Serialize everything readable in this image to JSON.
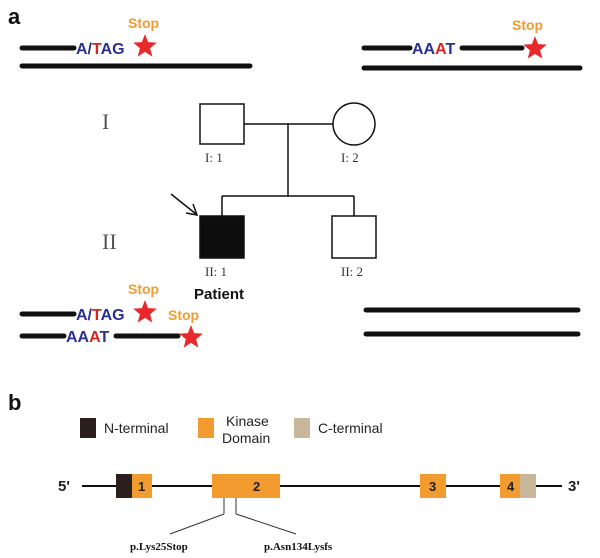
{
  "panel_a": {
    "label": "a",
    "parent_father_allele": {
      "seq_part1": "A/",
      "seq_part2": "T",
      "seq_part3": "AG",
      "stop": "Stop"
    },
    "parent_mother_allele": {
      "seq_part1": "AA",
      "seq_part2": "A",
      "seq_part3": "T",
      "stop": "Stop"
    },
    "generation_1": "I",
    "generation_2": "II",
    "father_id": "I: 1",
    "mother_id": "I: 2",
    "patient_id": "II: 1",
    "sibling_id": "II: 2",
    "patient_label": "Patient",
    "patient_allele_1": {
      "seq_part1": "A/",
      "seq_part2": "T",
      "seq_part3": "AG",
      "stop": "Stop"
    },
    "patient_allele_2": {
      "seq_part1": "AA",
      "seq_part2": "A",
      "seq_part3": "T",
      "stop": "Stop"
    }
  },
  "panel_b": {
    "label": "b",
    "legend": [
      {
        "label": "N-terminal",
        "color": "#2a1f1a"
      },
      {
        "label": "Kinase Domain",
        "color": "#f29b2e"
      },
      {
        "label": "C-terminal",
        "color": "#c9b79c"
      }
    ],
    "five_prime": "5'",
    "three_prime": "3'",
    "exons": [
      "1",
      "2",
      "3",
      "4"
    ],
    "mutation_1": "p.Lys25Stop",
    "mutation_2": "p.Asn134Lysfs"
  },
  "colors": {
    "sequence_blue": "#2b2f8f",
    "sequence_red": "#e02020",
    "stop_orange": "#f29b2e",
    "star_red": "#e8282b",
    "line_black": "#111111"
  }
}
